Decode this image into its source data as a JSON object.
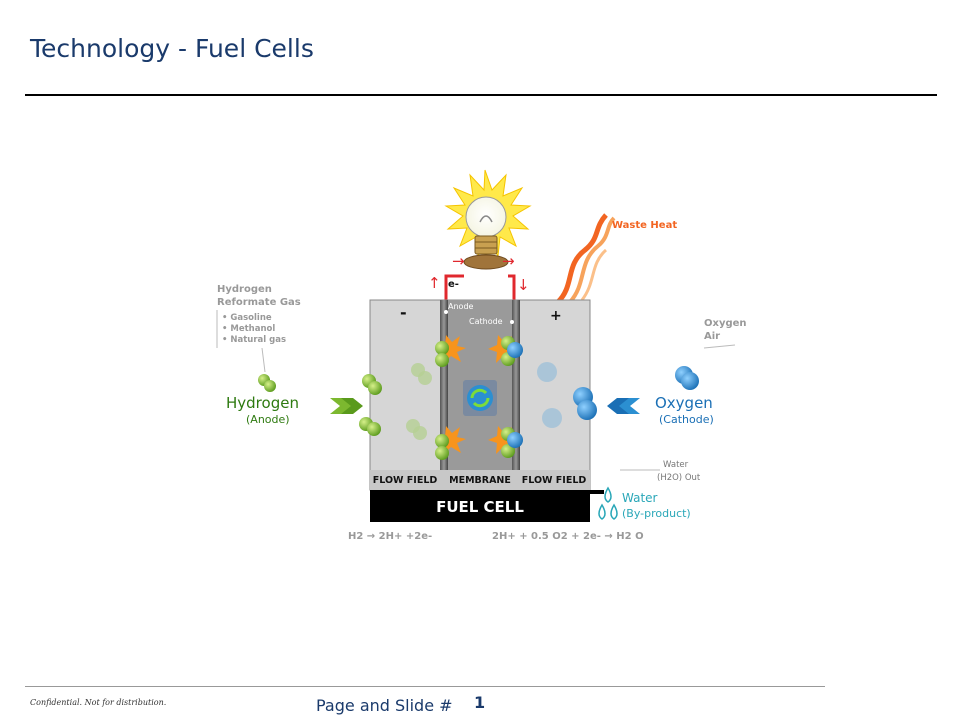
{
  "slide": {
    "title": "Technology - Fuel Cells",
    "footer": {
      "confidential": "Confidential. Not for distribution.",
      "page_label": "Page and Slide #",
      "page_number": "1"
    }
  },
  "diagram": {
    "waste_heat": "Waste Heat",
    "electron": "e-",
    "anode_label": "Anode",
    "cathode_label": "Cathode",
    "minus": "-",
    "plus": "+",
    "reformate": {
      "title1": "Hydrogen",
      "title2": "Reformate Gas",
      "items": [
        "• Gasoline",
        "• Methanol",
        "• Natural gas"
      ]
    },
    "hydrogen": {
      "name": "Hydrogen",
      "role": "(Anode)"
    },
    "oxygen": {
      "name": "Oxygen",
      "role": "(Cathode)"
    },
    "oxygen_air": {
      "line1": "Oxygen",
      "line2": "Air"
    },
    "water_out": {
      "line1": "Water",
      "line2": "(H2O) Out"
    },
    "water": {
      "name": "Water",
      "role": "(By-product)"
    },
    "sections": [
      "FLOW FIELD",
      "MEMBRANE",
      "FLOW FIELD"
    ],
    "fuel_cell": "FUEL CELL",
    "eq_left": "H2 → 2H+ +2e-",
    "eq_right": "2H+ + 0.5 O2 + 2e- → H2 O",
    "colors": {
      "hydrogen": "#7cb82f",
      "oxygen": "#2b8fd1",
      "heat": "#f26522",
      "circuit": "#e0282e",
      "title": "#1a3a6b"
    }
  }
}
